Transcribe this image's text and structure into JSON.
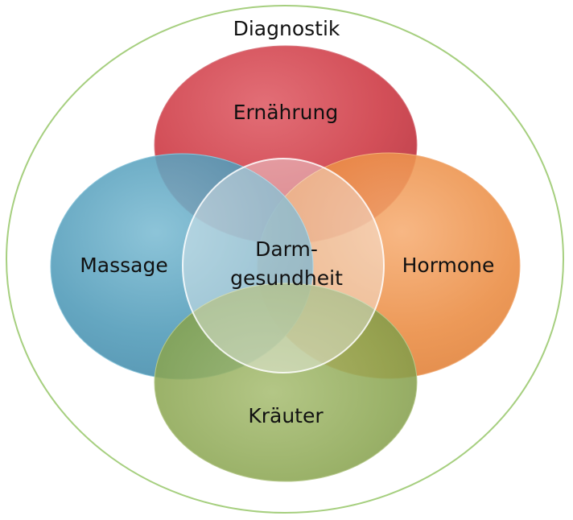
{
  "outer": {
    "label": "Diagnostik",
    "border_color": "#a6cf7f"
  },
  "circles": {
    "top": {
      "label": "Ernährung",
      "color": "#d0414b"
    },
    "left": {
      "label": "Massage",
      "color": "#4f9bb9"
    },
    "right": {
      "label": "Hormone",
      "color": "#ea8a3f"
    },
    "bottom": {
      "label": "Kräuter",
      "color": "#88a54e"
    }
  },
  "center": {
    "line1": "Darm-",
    "line2": "gesundheit"
  }
}
